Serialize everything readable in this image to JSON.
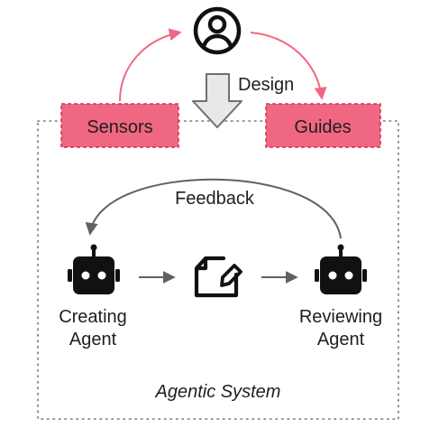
{
  "labels": {
    "design": "Design",
    "sensors": "Sensors",
    "guides": "Guides",
    "feedback": "Feedback",
    "creating_line1": "Creating",
    "creating_line2": "Agent",
    "reviewing_line1": "Reviewing",
    "reviewing_line2": "Agent",
    "system": "Agentic System"
  },
  "icons": {
    "user": "user-circle-icon",
    "design_arrow": "down-arrow-icon",
    "creating_agent": "robot-icon",
    "document": "edit-document-icon",
    "reviewing_agent": "robot-icon"
  },
  "colors": {
    "accent": "#f06783",
    "box_fill": "#f06783",
    "box_border": "#d1324f",
    "arrow_gray": "#616161",
    "hollow_arrow_fill": "#e6e8ea",
    "dotted_border": "#757575",
    "text": "#1e1e1e"
  }
}
